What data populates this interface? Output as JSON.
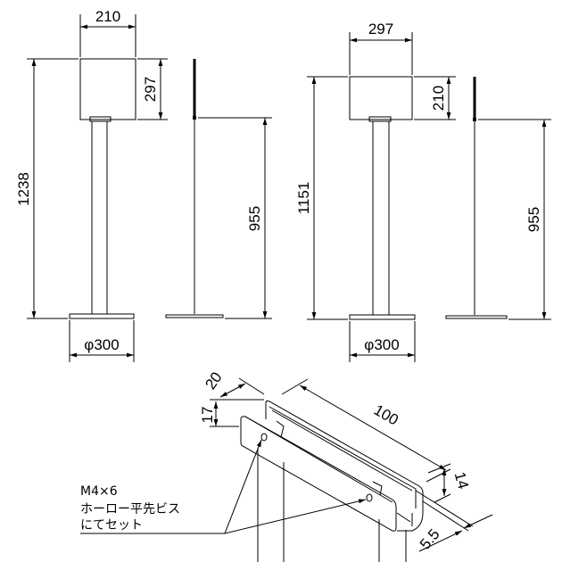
{
  "left_stand": {
    "width": "210",
    "sign_height": "297",
    "total_height": "1238",
    "pole_height": "955",
    "base": "φ300"
  },
  "right_stand": {
    "width": "297",
    "sign_height": "210",
    "total_height": "1151",
    "pole_height": "955",
    "base": "φ300"
  },
  "detail": {
    "d20": "20",
    "d17": "17",
    "d100": "100",
    "d14": "14",
    "d5_5": "5.5"
  },
  "note": [
    "M4×6",
    "ホーロー平先ビス",
    "にてセット"
  ],
  "colors": {
    "line": "#000000",
    "background": "#ffffff"
  }
}
